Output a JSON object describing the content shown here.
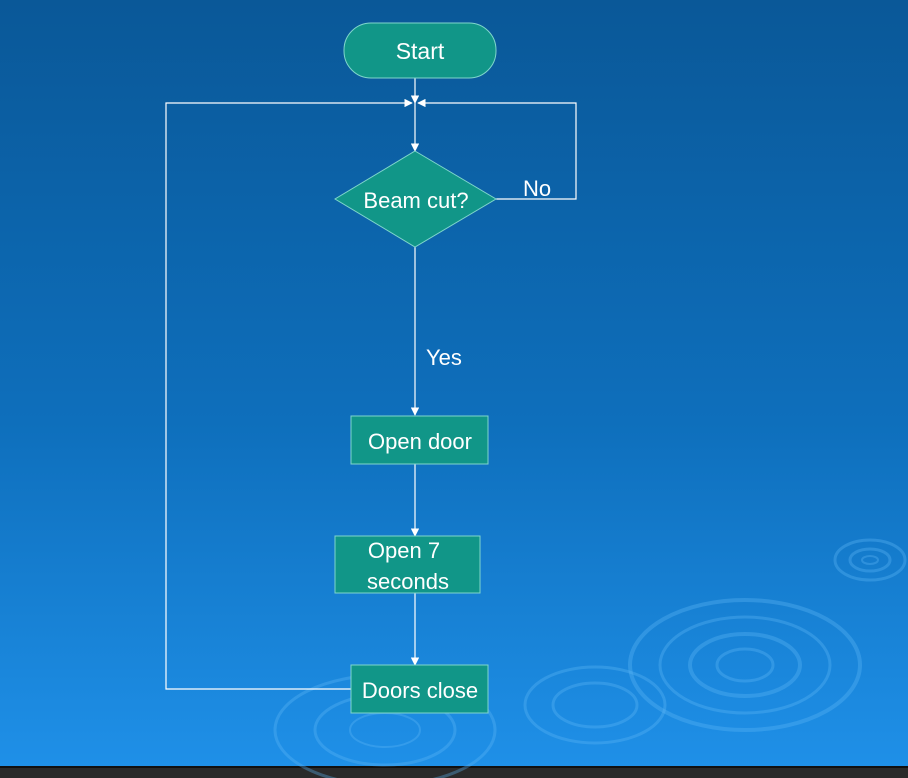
{
  "flowchart": {
    "start_label": "Start",
    "decision_label": "Beam cut?",
    "no_label": "No",
    "yes_label": "Yes",
    "open_door_label": "Open door",
    "open_seconds_line1": "Open 7",
    "open_seconds_line2": "seconds",
    "doors_close_label": "Doors close"
  },
  "colors": {
    "background_top": "#0a5a9a",
    "background_bottom": "#1e8ee6",
    "shape_fill": "#119688",
    "line": "#ffffff",
    "text": "#ffffff"
  }
}
